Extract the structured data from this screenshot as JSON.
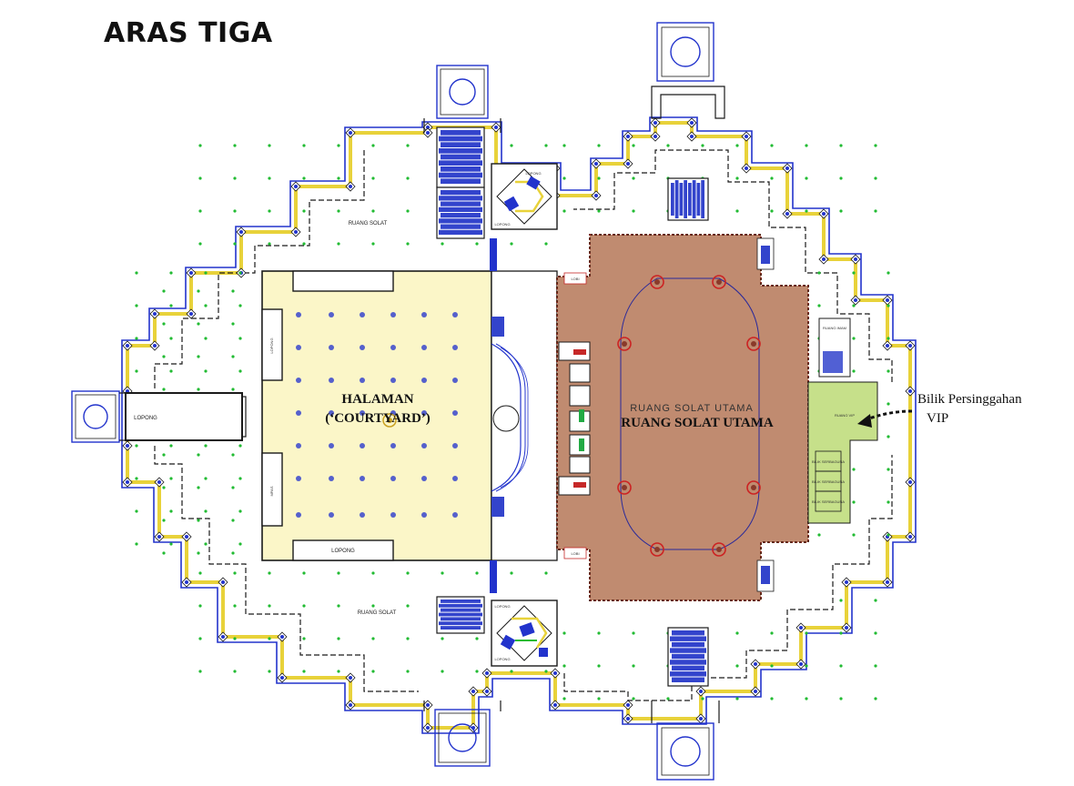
{
  "title": "ARAS TIGA",
  "labels": {
    "courtyard_line1": "HALAMAN",
    "courtyard_line2": "(‘COURTYARD’)",
    "main_hall_ghost": "RUANG SOLAT UTAMA",
    "main_hall": "RUANG SOLAT UTAMA",
    "prayer_north": "RUANG SOLAT",
    "prayer_south": "RUANG SOLAT",
    "lopong_west_stair": "LOPONG",
    "lopong_court_bottom": "LOPONG",
    "lopong_court_left": "LOPONG",
    "lopong_stair_north": "LOPONG",
    "lopong_stair_north2": "LOPONG",
    "lopong_stair_south": "LOPONG",
    "lopong_stair_south2": "LOPONG",
    "mpas": "MPAS",
    "vip_room": "RUANG VIP",
    "bilik_1": "BILIK SERBAGUNA",
    "bilik_2": "BILIK SERBAGUNA",
    "bilik_3": "BILIK SERBAGUNA",
    "side_room": "RUANG IMAM",
    "lobi_1": "LOBI",
    "lobi_2": "LOBI"
  },
  "annotation": {
    "line1": "Bilik Persinggahan",
    "line2": "VIP"
  },
  "colors": {
    "wall": "#1a1a1a",
    "outline_blue": "#2233cc",
    "outline_yellow": "#e8d23a",
    "grid_green": "#22bb33",
    "courtyard_fill": "#fbf6c8",
    "hall_fill": "#c08b70",
    "vip_fill": "#c6e08a",
    "column_blue": "#5560cc",
    "column_red": "#cc2222"
  }
}
